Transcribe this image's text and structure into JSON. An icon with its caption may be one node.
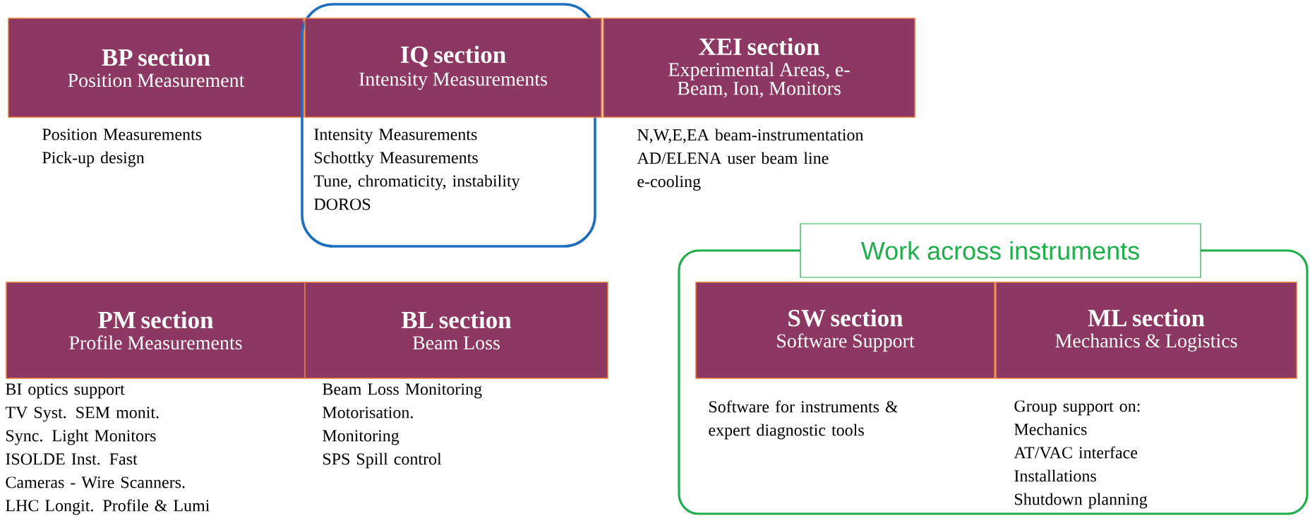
{
  "diagram": {
    "nodes": [
      {
        "text": [
          "BP section",
          "Position Measurement"
        ],
        "beside": [
          "Position Measurements",
          "Pick-up design"
        ]
      },
      {
        "text": [],
        "shape": "box"
      },
      {
        "text": [
          "IQ section",
          "Intensity Measurements"
        ],
        "in": 1,
        "beside": [
          "Intensity Measurements",
          "Schottky Measurements",
          "Tune, chromaticity, instability",
          "DOROS"
        ]
      },
      {
        "text": [
          "XEI section",
          "Experimental Areas, e-Beam, Ion, Monitors"
        ],
        "beside": [
          "N,W,E,EA beam-instrumentation",
          "AD/ELENA user beam line",
          "e-cooling"
        ]
      },
      {
        "text": [
          "PM section",
          "Profile Measurements"
        ],
        "beside": [
          "BI optics support",
          "TV Syst. SEM monit.",
          "Sync. Light Monitors",
          "ISOLDE Inst. Fast",
          "Cameras - Wire Scanners.",
          "LHC Longit. Profile & Lumi"
        ]
      },
      {
        "text": [
          "BL section",
          "Beam Loss"
        ],
        "beside": [
          "Beam Loss Monitoring",
          "Motorisation.",
          "Monitoring",
          "SPS Spill control"
        ]
      },
      {
        "text": [
          "Work across instruments"
        ]
      },
      {
        "text": [
          "SW section",
          "Software Support"
        ],
        "in": 6,
        "beside": [
          "Software for instruments & expert diagnostic tools"
        ]
      },
      {
        "text": [
          "ML section",
          "Mechanics & Logistics"
        ],
        "in": 6,
        "beside": [
          "Group support on:",
          "Mechanics",
          "AT/VAC interface",
          "Installations",
          "Shutdown planning"
        ]
      }
    ]
  }
}
